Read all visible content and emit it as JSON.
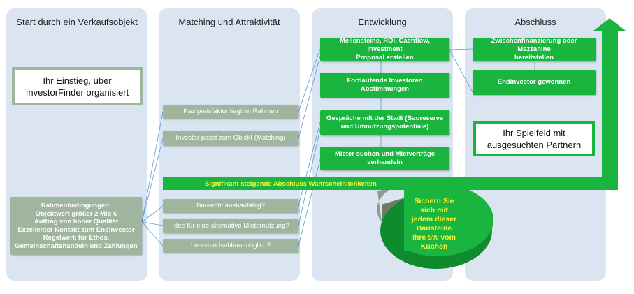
{
  "columns": [
    {
      "title": "Start durch ein Verkaufsobjekt"
    },
    {
      "title": "Matching und  Attraktivität"
    },
    {
      "title": "Entwicklung"
    },
    {
      "title": "Abschluss"
    }
  ],
  "start": {
    "einstieg_line1": "Ihr Einstieg, über",
    "einstieg_line2": "InvestorFinder organisiert",
    "rahmen_title": "Rahmenbedingungen:",
    "rahmen_lines": [
      "Objektwert größer 2 Mio €",
      "Auftrag von hoher Qualität",
      "Exzellenter Kontakt zum Endinvestor",
      "Regelwerk für Ethos,",
      "Gemeinschaftshandeln und Zahlungen"
    ]
  },
  "matching": {
    "items": [
      "Kaufpreisfaktor liegt im Rahmen",
      "Investor passt zum Objekt (Matching)",
      "Baurecht ausbaufähig?",
      "Idee für eine alternative Mieternutzung?",
      "Leerstandsabbau möglich?"
    ]
  },
  "entwicklung": {
    "items": [
      {
        "l1": "Meilensteine, ROI, Cashflow, Investment",
        "l2": "Proposal erstellen"
      },
      {
        "l1": "Fortlaufende Investoren Abstimmungen",
        "l2": ""
      },
      {
        "l1": "Gespräche mit der Stadt (Baureserve",
        "l2": "und Umnutzungspotentiale)"
      },
      {
        "l1": "Mieter suchen und Mietverträge",
        "l2": "verhandeln"
      }
    ]
  },
  "abschluss": {
    "items": [
      {
        "l1": "Zwischenfinanzierung oder Mezzanine",
        "l2": "bereitstellen"
      },
      {
        "l1": "Endinvestor gewonnen",
        "l2": ""
      }
    ],
    "spielfeld_line1": "Ihr Spielfeld mit",
    "spielfeld_line2": "ausgesuchten Partnern"
  },
  "banner": {
    "text": "Signifikant steigende Abschluss Wahrscheinlichkeiten"
  },
  "pie": {
    "label_lines": [
      "Sichern Sie",
      "sich mit",
      "jedem dieser",
      "Bausteine",
      "Ihre 5% vom",
      "Kuchen"
    ],
    "colors": {
      "main": "#19b53f",
      "main_dark": "#0f8a2c",
      "slice": "#8e9c8c",
      "slice_dark": "#6b7a6a",
      "label": "#f5f53a"
    }
  },
  "colors": {
    "green": "#19b53f",
    "sage": "#9fb59d",
    "panel": "#dbe5f1",
    "banner_text": "#f5f53a",
    "connector": "#5b9bd5"
  }
}
